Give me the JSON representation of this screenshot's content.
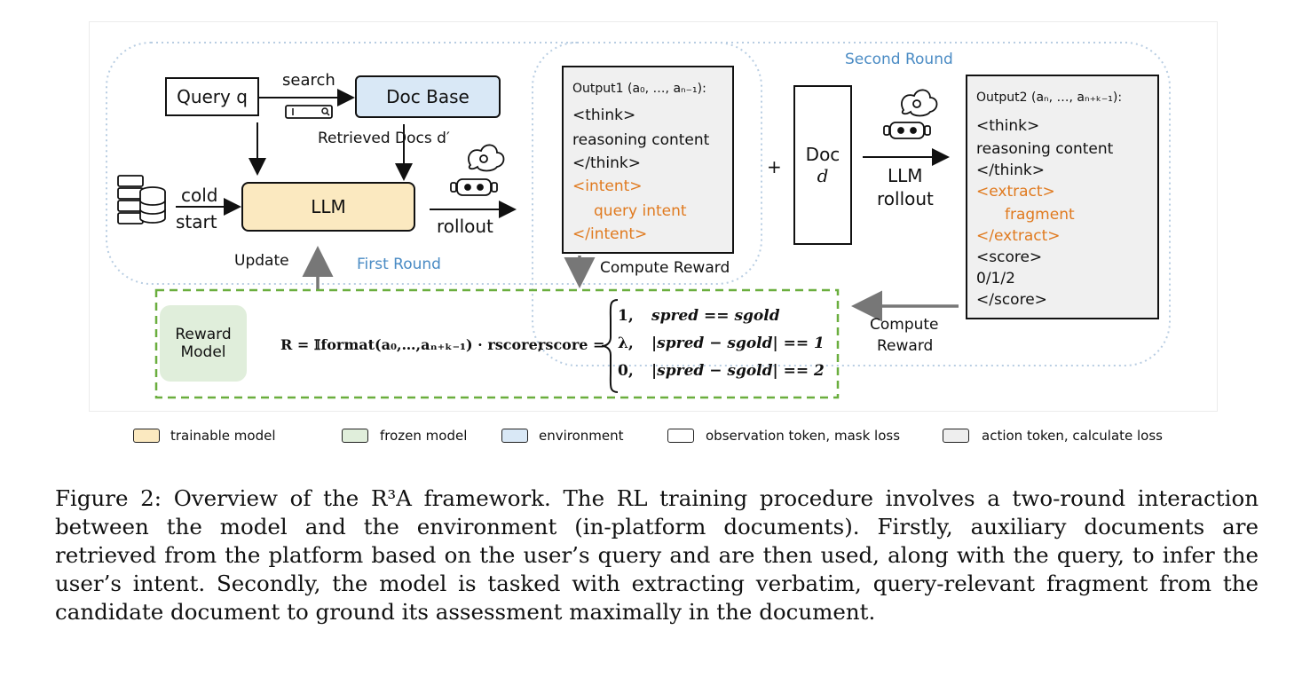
{
  "diagram": {
    "query_box": "Query q",
    "search_label": "search",
    "doc_base": "Doc Base",
    "retrieved_label": "Retrieved  Docs d′",
    "cold_label": "cold",
    "start_label": "start",
    "llm": "LLM",
    "rollout_label": "rollout",
    "update_label": "Update",
    "first_round": "First Round",
    "second_round": "Second Round",
    "output1": {
      "header": "Output1 (a₀, …, aₙ₋₁):",
      "lines": [
        "<think>",
        "reasoning content",
        "</think>"
      ],
      "intent_open": "<intent>",
      "intent_text": "query intent",
      "intent_close": "</intent>"
    },
    "compute_reward_1": "Compute Reward",
    "plus": "+",
    "doc_label": "Doc",
    "doc_var": "d",
    "llm_rollout": [
      "LLM",
      "rollout"
    ],
    "output2": {
      "header": "Output2 (aₙ, …, aₙ₊ₖ₋₁):",
      "lines": [
        "<think>",
        "reasoning content",
        "</think>"
      ],
      "extract_open": "<extract>",
      "fragment": "fragment",
      "extract_close": "</extract>",
      "score_lines": [
        "<score>",
        "0/1/2",
        "</score>"
      ]
    },
    "compute_reward_2": [
      "Compute",
      "Reward"
    ],
    "reward_model": [
      "Reward",
      "Model"
    ],
    "formula_main": "R = 𝕀format(a₀,…,aₙ₊ₖ₋₁) · rscore;",
    "formula_rscore": "rscore =",
    "cases": [
      {
        "value": "1,",
        "condition": "spred == sgold"
      },
      {
        "value": "λ,",
        "condition": "|spred − sgold| == 1"
      },
      {
        "value": "0,",
        "condition": "|spred − sgold| == 2"
      }
    ]
  },
  "legend": [
    {
      "label": "trainable model",
      "color": "#fbe9c0"
    },
    {
      "label": "frozen model",
      "color": "#e0eedb"
    },
    {
      "label": "environment",
      "color": "#d9e8f6"
    },
    {
      "label": "observation token, mask loss",
      "color": "#ffffff"
    },
    {
      "label": "action token, calculate loss",
      "color": "#eeeeee"
    }
  ],
  "caption": [
    "Figure 2: Overview of the R³A framework. The RL training procedure involves a two-round interaction",
    "between the model and the environment (in-platform documents).  Firstly, auxiliary documents are",
    "retrieved from the platform based on the user’s query and are then used, along with the query, to infer the",
    "user’s intent. Secondly, the model is tasked with extracting verbatim, query-relevant fragment from the",
    "candidate document to ground its assessment maximally in the document."
  ]
}
